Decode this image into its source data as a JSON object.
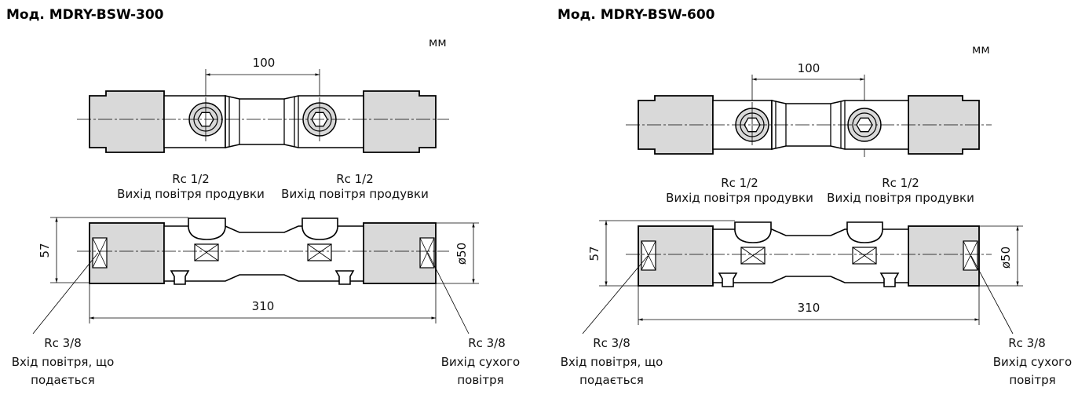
{
  "left": {
    "title": "Мод. MDRY-BSW-300",
    "unit": "мм",
    "dim_ports": "100",
    "port_left_size": "Rc 1/2",
    "port_left_desc": "Вихід повітря продувки",
    "port_right_size": "Rc 1/2",
    "port_right_desc": "Вихід повітря продувки",
    "dim_height": "57",
    "dim_diameter": "ø50",
    "dim_length": "310",
    "inlet_size": "Rc 3/8",
    "inlet_desc_1": "Вхід повітря, що",
    "inlet_desc_2": "подається",
    "outlet_size": "Rc 3/8",
    "outlet_desc_1": "Вихід сухого",
    "outlet_desc_2": "повітря"
  },
  "right": {
    "title": "Мод. MDRY-BSW-600",
    "unit": "мм",
    "dim_ports": "100",
    "port_left_size": "Rc 1/2",
    "port_left_desc": "Вихід повітря продувки",
    "port_right_size": "Rc 1/2",
    "port_right_desc": "Вихід повітря продувки",
    "dim_height": "57",
    "dim_diameter": "ø50",
    "dim_length": "310",
    "inlet_size": "Rc 3/8",
    "inlet_desc_1": "Вхід повітря, що",
    "inlet_desc_2": "подається",
    "outlet_size": "Rc 3/8",
    "outlet_desc_1": "Вихід сухого",
    "outlet_desc_2": "повітря"
  }
}
